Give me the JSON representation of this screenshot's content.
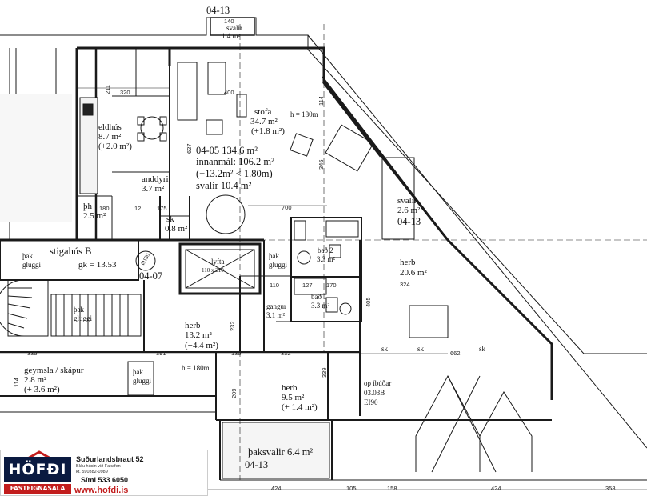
{
  "title_top": "04-13",
  "rooms": {
    "svalir_top": {
      "name": "svalir",
      "area": "1.4 m²",
      "dim": "140"
    },
    "eldhus": {
      "name": "eldhús",
      "area": "8.7 m²",
      "extra": "(+2.0 m²)"
    },
    "stofa": {
      "name": "stofa",
      "area": "34.7 m²",
      "extra": "(+1.8 m²)",
      "height": "h = 180m"
    },
    "unit_0405": {
      "line1": "04-05 134.6 m²",
      "line2": "innanmál: 106.2 m²",
      "line3": "(+13.2m² < 1.80m)",
      "line4": "svalir 10.4 m²"
    },
    "anddyri": {
      "name": "anddyri",
      "area": "3.7 m²"
    },
    "bh": {
      "name": "þh",
      "area": "2.5 m²"
    },
    "sk_small": {
      "name": "sk",
      "area": "0.8 m²"
    },
    "svalir_right": {
      "name": "svalir",
      "area": "2.6 m²",
      "code": "04-13"
    },
    "stigahus": {
      "name": "stigahús B",
      "gk": "gk = 13.53",
      "code": "04-07",
      "shaft": "Ø150"
    },
    "lyfta": {
      "name": "lyfta",
      "dim": "110 x 210"
    },
    "bak_gluggi_1": "þak\ngluggi",
    "bad2": {
      "name": "bað 2",
      "area": "3.3 m²"
    },
    "bad1": {
      "name": "bað 1",
      "area": "3.3 m²"
    },
    "gangur": {
      "name": "gangur",
      "area": "3.1 m²"
    },
    "herb_right": {
      "name": "herb",
      "area": "20.6 m²",
      "dim": "324"
    },
    "herb_mid": {
      "name": "herb",
      "area": "13.2 m²",
      "extra": "(+4.4 m²)"
    },
    "herb_small": {
      "name": "herb",
      "area": "9.5 m²",
      "extra": "(+ 1.4 m²)"
    },
    "geymsla": {
      "name": "geymsla / skápur",
      "area": "2.8 m²",
      "extra": "(+ 3.6 m²)"
    },
    "bak_h": "h = 180m",
    "op_ibudar": {
      "line1": "op íbúðar",
      "line2": "03.03B",
      "line3": "EI90"
    },
    "baksvalir": {
      "name": "þaksvalir 6.4 m²",
      "code": "04-13"
    },
    "sk1": "sk",
    "sk2": "sk",
    "sk3": "sk"
  },
  "dims": {
    "d320": "320",
    "d211": "211",
    "d400": "400",
    "d114": "114",
    "d346": "346",
    "d627": "627",
    "d700": "700",
    "d180": "180",
    "d175": "175",
    "d12": "12",
    "d110": "110",
    "d127": "127",
    "d170": "170",
    "d405": "405",
    "d335": "335",
    "d391": "391",
    "d135": "135",
    "d332": "332",
    "d662": "662",
    "d339": "339",
    "d209": "209",
    "d232": "232",
    "d424a": "424",
    "d105": "105",
    "d158": "158",
    "d424b": "424",
    "d358": "358",
    "d114b": "114"
  },
  "logo": {
    "brand": "HÖFÐI",
    "tagline": "FASTEIGNASALA",
    "address": "Suðurlandsbraut 52",
    "address_sub": "Bláu húsin við Faxafen",
    "kt": "kt. 590382-0989",
    "phone": "Sími 533 6050",
    "web": "www.hofdi.is"
  }
}
